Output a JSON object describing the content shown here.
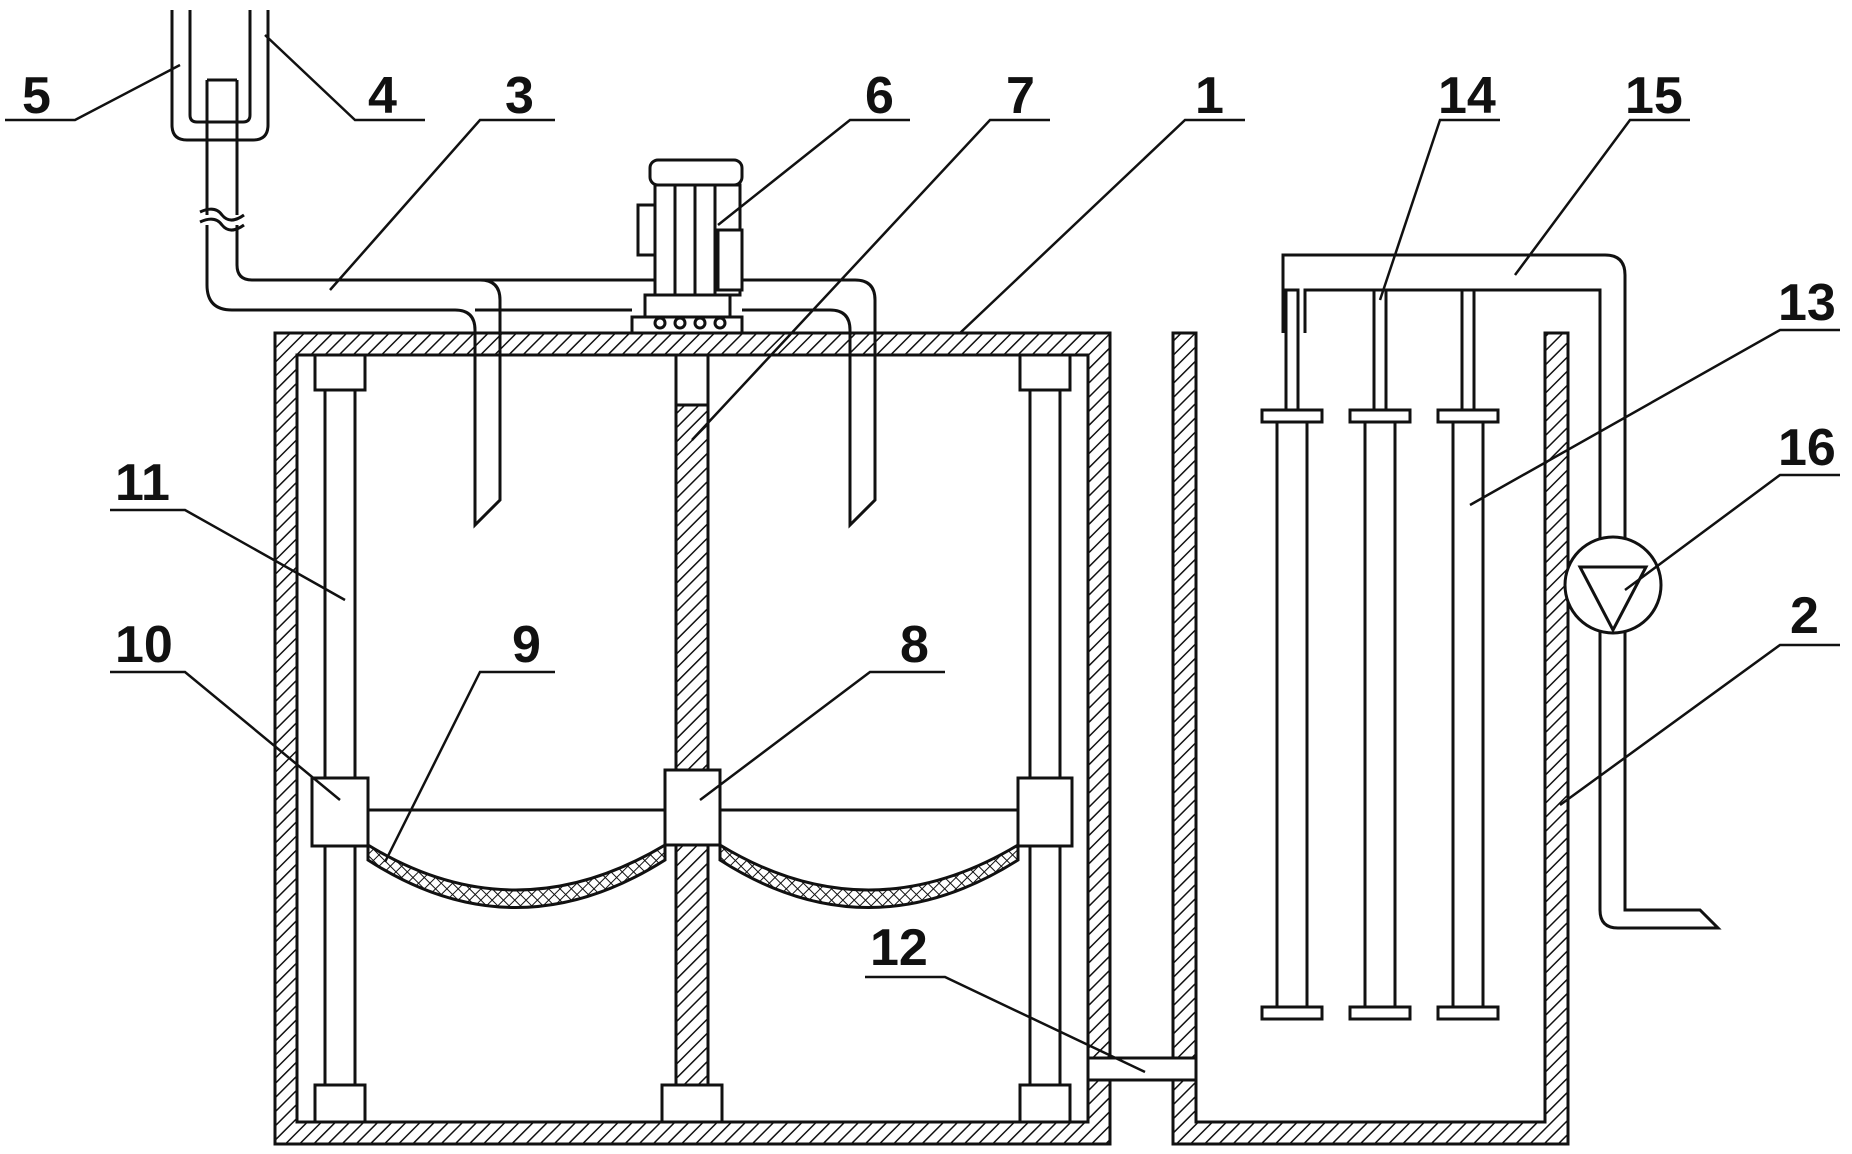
{
  "diagram": {
    "labels": {
      "l1": "1",
      "l2": "2",
      "l3": "3",
      "l4": "4",
      "l5": "5",
      "l6": "6",
      "l7": "7",
      "l8": "8",
      "l9": "9",
      "l10": "10",
      "l11": "11",
      "l12": "12",
      "l13": "13",
      "l14": "14",
      "l15": "15",
      "l16": "16"
    },
    "colors": {
      "line": "#111111",
      "background": "#ffffff"
    }
  }
}
